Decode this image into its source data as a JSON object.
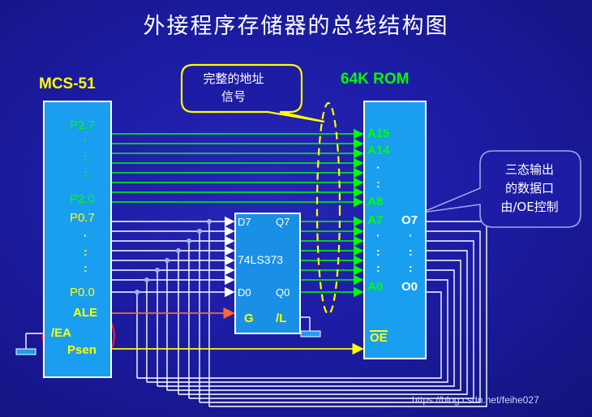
{
  "title": "外接程序存储器的总线结构图",
  "mcu": {
    "label": "MCS-51",
    "pins": {
      "p27": "P2.7",
      "p20": "P2.0",
      "p07": "P0.7",
      "p00": "P0.0",
      "ale": "ALE",
      "ea": "/EA",
      "psen": "Psen"
    }
  },
  "rom": {
    "label": "64K ROM",
    "pins": {
      "a15": "A15",
      "a14": "A14",
      "a8": "A8",
      "a7": "A7",
      "a0": "A0",
      "o7": "O7",
      "o0": "O0",
      "oe": "OE"
    }
  },
  "latch": {
    "label": "74LS373",
    "pins": {
      "d7": "D7",
      "q7": "Q7",
      "d0": "D0",
      "q0": "Q0",
      "g": "G",
      "l": "/L"
    }
  },
  "callouts": {
    "address_line1": "完整的地址",
    "address_line2": "信号",
    "output_line1": "三态输出",
    "output_line2": "的数据口",
    "output_line3": "由/OE控制"
  },
  "watermark": "https://blog.csdn.net/feihe027",
  "colors": {
    "background": "#1c1ca4",
    "chip_fill": "#1a9ef0",
    "address_wire": "#00ff00",
    "data_wire": "#ffffff",
    "control_wire": "#ffff00",
    "ale_wire": "#ff6633",
    "highlight_circle": "#ff2020"
  }
}
